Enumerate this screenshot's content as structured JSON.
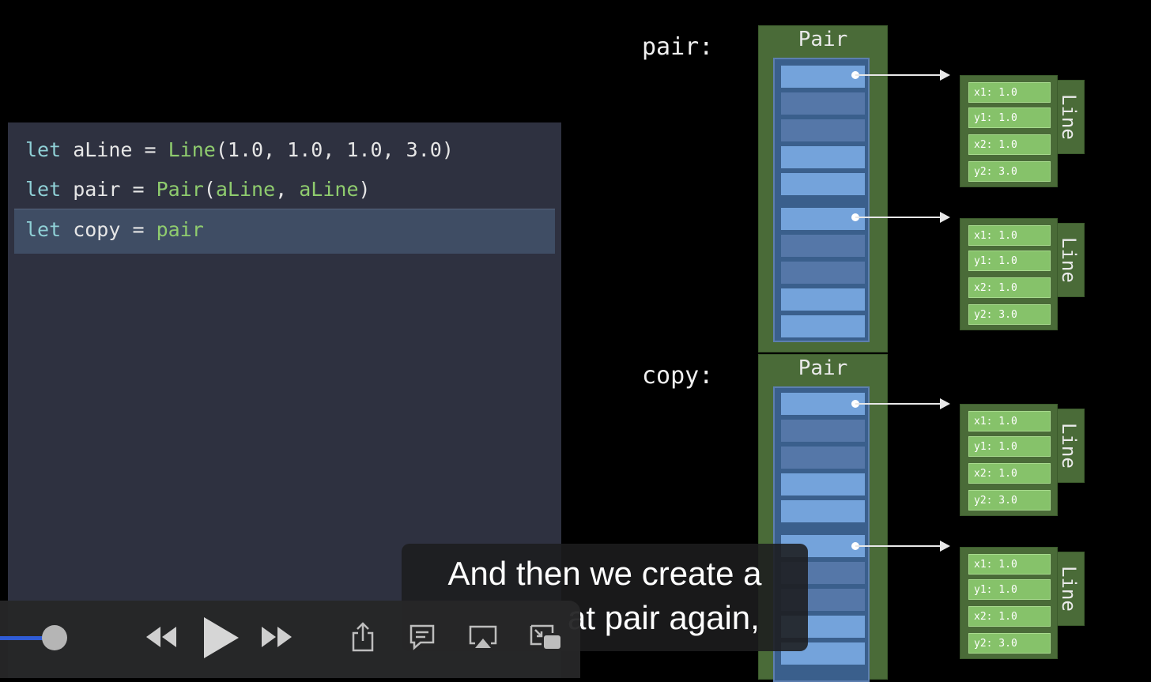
{
  "code": {
    "line1": {
      "kw": "let",
      "name": " aLine = ",
      "type": "Line",
      "args": "(1.0, 1.0, 1.0, 3.0)"
    },
    "line2": {
      "kw": "let",
      "name": " pair = ",
      "type": "Pair",
      "open": "(",
      "arg1": "aLine",
      "sep": ", ",
      "arg2": "aLine",
      "close": ")"
    },
    "line3": {
      "kw": "let",
      "name": " copy = ",
      "ref": "pair"
    }
  },
  "diagram": {
    "pair_label": "pair:",
    "copy_label": "copy:",
    "pair_title": "Pair",
    "copy_title": "Pair",
    "line_label": "Line",
    "fields": [
      "x1: 1.0",
      "y1: 1.0",
      "x2: 1.0",
      "y2: 3.0"
    ]
  },
  "caption": {
    "line1": "And then we create a",
    "line2": "at pair again,"
  },
  "player": {
    "progress": 0.05,
    "icons": [
      "rewind-icon",
      "play-icon",
      "fast-forward-icon",
      "share-icon",
      "subtitles-icon",
      "airplay-icon",
      "picture-in-picture-icon"
    ]
  },
  "colors": {
    "code_bg": "#2e3140",
    "keyword": "#8fd0d6",
    "type": "#8fcc6e",
    "box_green": "#4a6b38",
    "slot_blue": "#74a3db",
    "field_green": "#86c26a"
  }
}
